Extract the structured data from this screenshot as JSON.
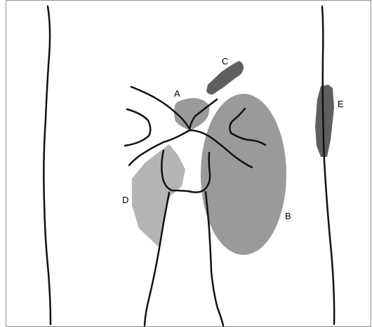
{
  "diagram": {
    "labels": {
      "a": "A",
      "b": "B",
      "c": "C",
      "d": "D",
      "e": "E"
    },
    "colors": {
      "background": "#ffffff",
      "border": "#8f8f8f",
      "outline": "#111111",
      "region_light": "#b5b5b5",
      "region_mid": "#9a9a9a",
      "region_dark": "#5f5f5f"
    }
  }
}
